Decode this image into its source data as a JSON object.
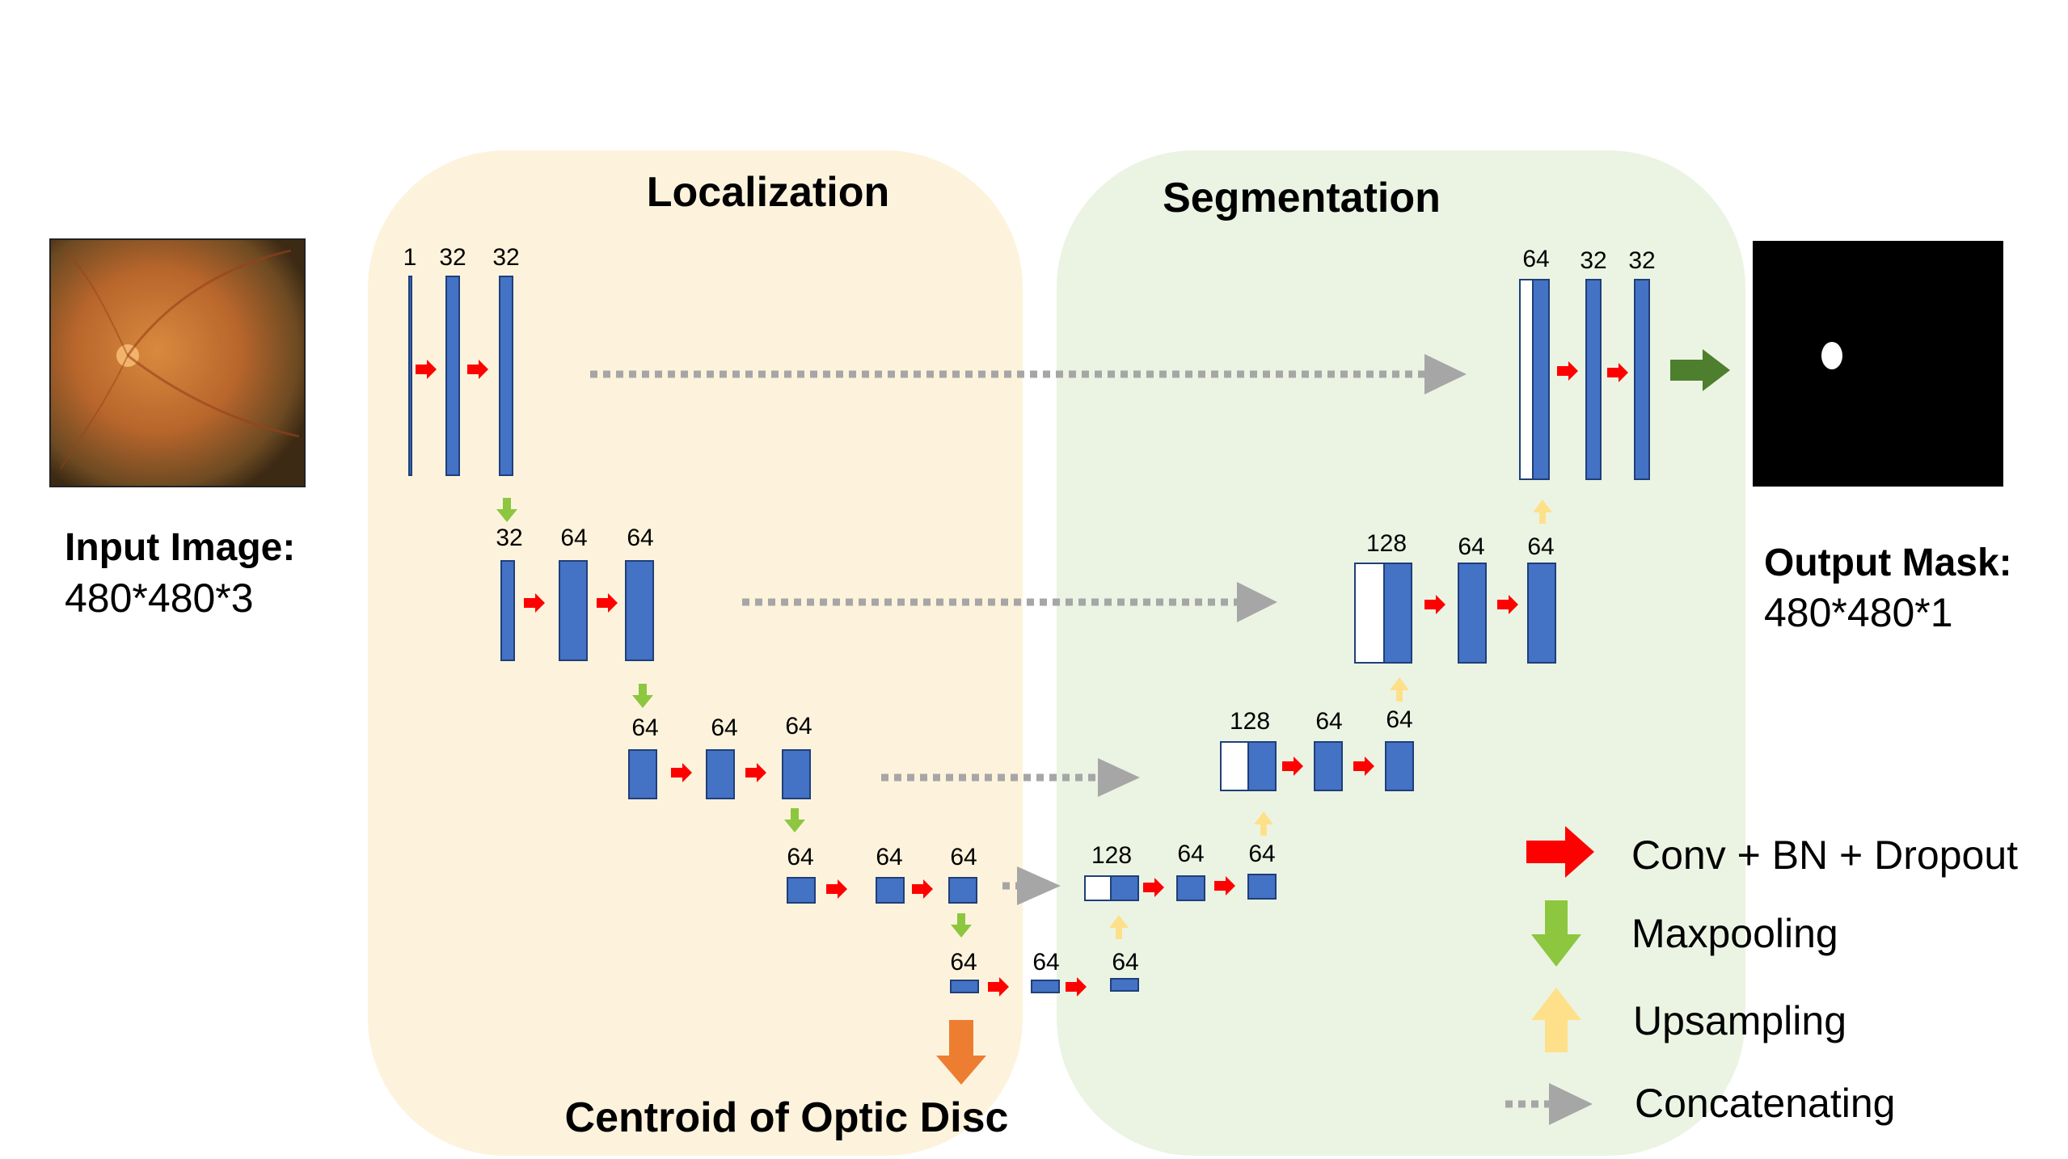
{
  "sections": {
    "localization": "Localization",
    "segmentation": "Segmentation"
  },
  "input": {
    "title": "Input Image:",
    "size": "480*480*3"
  },
  "output": {
    "title": "Output Mask:",
    "size": "480*480*1"
  },
  "centroid_label": "Centroid of Optic Disc",
  "channels": {
    "enc1": [
      "1",
      "32",
      "32"
    ],
    "enc2": [
      "32",
      "64",
      "64"
    ],
    "enc3": [
      "64",
      "64",
      "64"
    ],
    "enc4": [
      "64",
      "64",
      "64"
    ],
    "bottleneck": [
      "64",
      "64",
      "64"
    ],
    "dec4": [
      "128",
      "64",
      "64"
    ],
    "dec3": [
      "128",
      "64",
      "64"
    ],
    "dec2": [
      "128",
      "64",
      "64"
    ],
    "dec1": [
      "64",
      "32",
      "32"
    ]
  },
  "legend": {
    "conv": "Conv + BN + Dropout",
    "maxpool": "Maxpooling",
    "upsample": "Upsampling",
    "concat": "Concatenating"
  },
  "colors": {
    "localization_bg": "#fdf3dc",
    "segmentation_bg": "#e9f3e1",
    "block": "#4472c4",
    "conv_arrow": "#ff0000",
    "maxpool_arrow": "#8dc63f",
    "upsample_arrow": "#ffe08a",
    "concat_arrow": "#a6a6a6",
    "centroid_arrow": "#ed7d31",
    "output_arrow": "#4d7f2e"
  }
}
